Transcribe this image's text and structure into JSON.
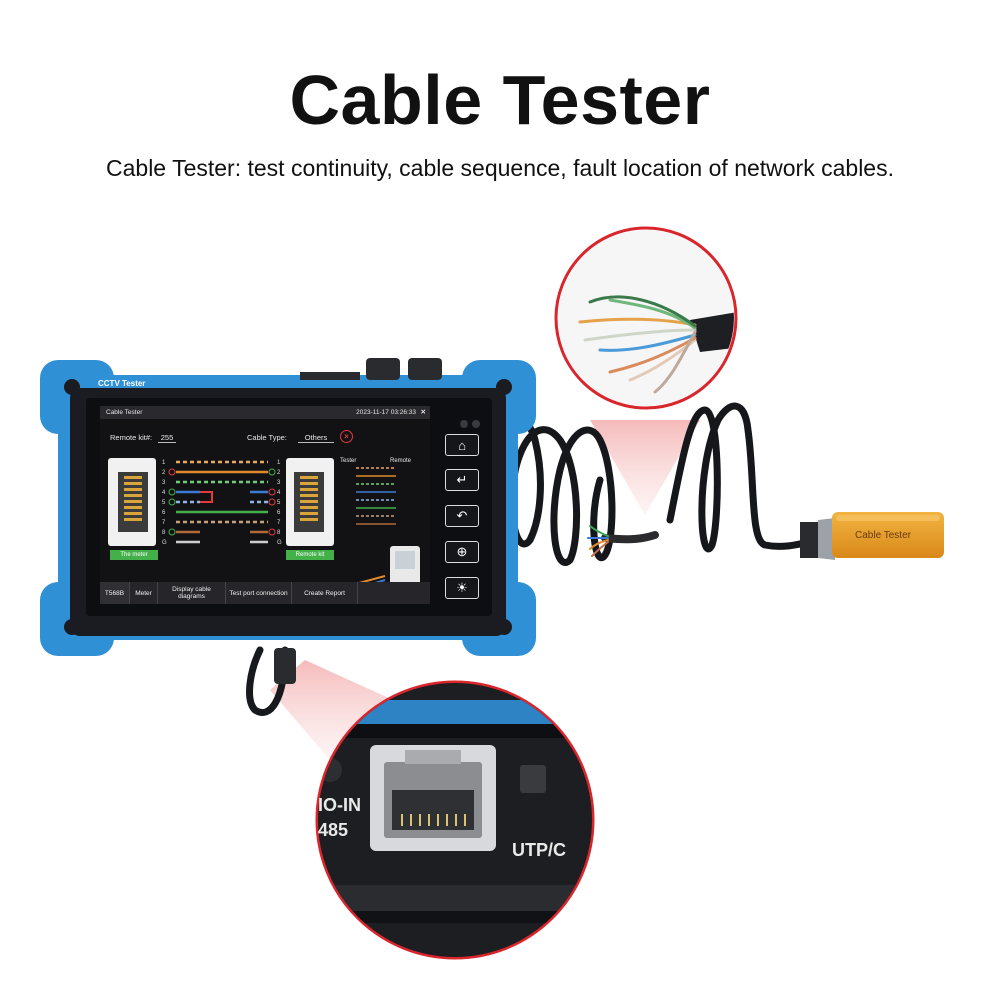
{
  "headline": "Cable Tester",
  "subline": "Cable Tester: test continuity, cable sequence, fault location of network cables.",
  "device": {
    "brand_tag": "CCTV Tester",
    "status_bar": {
      "title": "Cable Tester",
      "clock": "2023-11-17 03:26:33"
    },
    "remote_kit_label": "Remote kit#:",
    "remote_kit_value": "255",
    "cable_type_label": "Cable Type:",
    "cable_type_value": "Others",
    "meter_button": "The meter",
    "remote_button": "Remote kit",
    "wire_numbers": [
      "1",
      "2",
      "3",
      "4",
      "5",
      "6",
      "7",
      "8",
      "G"
    ],
    "tester_heading": "Tester",
    "remote_heading": "Remote",
    "tabs": [
      "T568B",
      "Meter",
      "Display cable diagrams",
      "Test port connection",
      "Create Report"
    ],
    "side_buttons": [
      "home-icon",
      "enter-icon",
      "back-icon",
      "zoom-icon",
      "brightness-icon"
    ]
  },
  "remote_unit": {
    "brand": "Cable Tester"
  },
  "zoom_port": {
    "label_left_1": "IO-IN",
    "label_left_2": "485",
    "label_right": "UTP/C"
  },
  "colors": {
    "device_blue": "#2f90d6",
    "device_black": "#1a1c22",
    "remote_orange": "#e9a22e",
    "zoom_ring": "#d9262c",
    "status_ok": "#43b04a",
    "status_fail": "#e23b3b"
  }
}
